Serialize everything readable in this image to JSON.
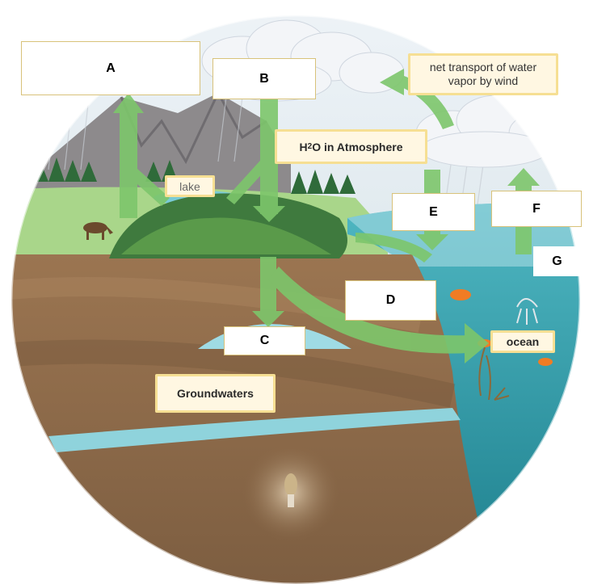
{
  "boxes": {
    "a": "A",
    "b": "B",
    "c": "C",
    "d": "D",
    "e": "E",
    "f": "F",
    "g": "G"
  },
  "labels": {
    "lake": "lake",
    "atmosphere_main": "H",
    "atmosphere_sub": "2",
    "atmosphere_rest": "O in Atmosphere",
    "wind_transport": "net transport of water vapor by wind",
    "ocean": "ocean",
    "groundwaters": "Groundwaters"
  },
  "colors": {
    "arrow": "#7dc66b",
    "soil": "#8b6a4a",
    "grass": "#a9d68a",
    "water": "#7fd0d8",
    "label_border": "#f6df93"
  }
}
